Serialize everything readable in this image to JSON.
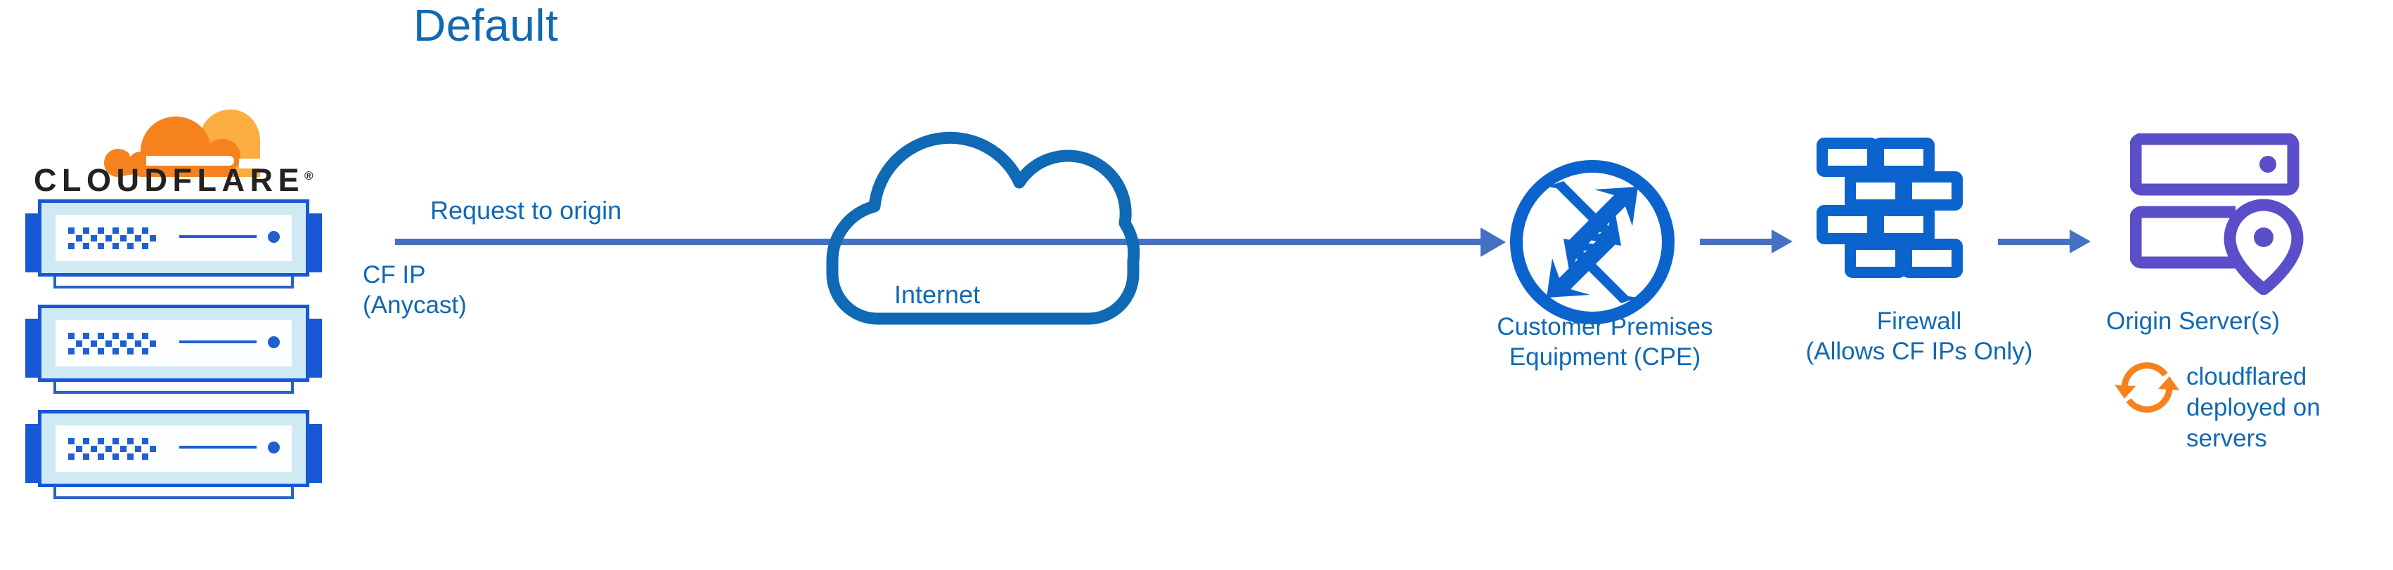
{
  "diagram": {
    "title": "Default",
    "type": "network-architecture",
    "colors": {
      "title_blue": "#1069b4",
      "label_blue": "#1069b4",
      "icon_blue": "#0b63ce",
      "arrow_blue": "#4471c4",
      "server_blue": "#1857d6",
      "server_panel": "#cfeaf3",
      "origin_purple": "#5b4ec9",
      "cloudflare_orange": "#f6821f",
      "cloudflare_orange_light": "#fbad41",
      "wordmark_dark": "#222222",
      "background": "#ffffff"
    }
  },
  "logo": {
    "name": "cloudflare-logo",
    "wordmark": "CLOUDFLARE",
    "registered_mark": "®"
  },
  "nodes": [
    {
      "id": "cloudflare-edge",
      "label": "CF IP\n(Anycast)",
      "icon": "server-stack-icon"
    },
    {
      "id": "internet",
      "label": "Internet",
      "icon": "cloud-icon"
    },
    {
      "id": "cpe",
      "label": "Customer Premises\nEquipment (CPE)",
      "icon": "router-icon"
    },
    {
      "id": "firewall",
      "label": "Firewall\n(Allows CF IPs Only)",
      "icon": "brick-wall-icon"
    },
    {
      "id": "origin",
      "label": "Origin Server(s)",
      "icon": "server-pin-icon"
    }
  ],
  "annotations": {
    "request_to_origin": "Request to origin",
    "cf_ip": "CF IP\n(Anycast)",
    "internet": "Internet",
    "cpe": "Customer Premises\nEquipment (CPE)",
    "firewall": "Firewall\n(Allows CF IPs Only)",
    "origin_server": "Origin Server(s)",
    "cloudflared": "cloudflared\ndeployed on\nservers"
  },
  "servers": {
    "count": 3,
    "vent_rows": 3,
    "vent_cols": 6
  }
}
